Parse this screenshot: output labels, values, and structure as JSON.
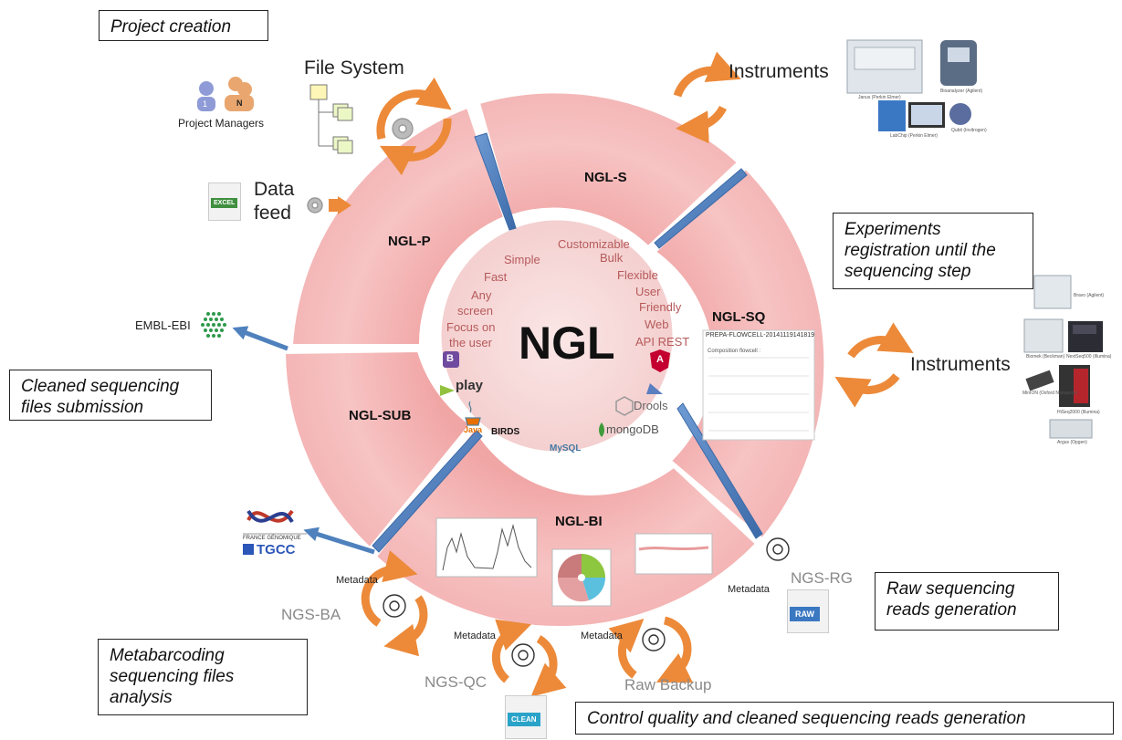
{
  "center": {
    "title": "NGL"
  },
  "segments": {
    "s": "NGL-S",
    "p": "NGL-P",
    "sq": "NGL-SQ",
    "sub": "NGL-SUB",
    "bi": "NGL-BI"
  },
  "features": [
    "Customizable",
    "Simple",
    "Bulk",
    "Fast",
    "Flexible",
    "User",
    "Friendly",
    "Any",
    "screen",
    "Web",
    "Focus on",
    "the user",
    "API REST"
  ],
  "tech": {
    "play": "play",
    "java": "Java",
    "birds": "BIRDS",
    "mysql": "MySQL",
    "mongodb": "mongoDB",
    "drools": "Drools"
  },
  "callouts": {
    "project_creation": "Project creation",
    "experiments": "Experiments registration until the sequencing step",
    "cleaned_submission": "Cleaned sequencing files submission",
    "raw_generation": "Raw sequencing reads generation",
    "metabarcoding": "Metabarcoding sequencing files analysis",
    "control_quality": "Control quality and cleaned sequencing reads generation"
  },
  "labels": {
    "file_system": "File System",
    "instruments_top": "Instruments",
    "instruments_right": "Instruments",
    "project_managers": "Project Managers",
    "data_feed_1": "Data",
    "data_feed_2": "feed",
    "embl": "EMBL-EBI",
    "ngs_rg": "NGS-RG",
    "ngs_ba": "NGS-BA",
    "ngs_qc": "NGS-QC",
    "raw_backup": "Raw Backup",
    "metadata": "Metadata",
    "pm_1": "1",
    "pm_n": "N"
  },
  "file_icons": {
    "excel": "EXCEL",
    "raw": "RAW",
    "clean": "CLEAN"
  },
  "tgcc": {
    "top": "FRANCE GÉNOMIQUE",
    "bottom": "TGCC"
  },
  "flowcell": {
    "title": "PREPA-FLOWCELL-20141119141819",
    "subtitle": "Composition flowcell :"
  },
  "instrument_captions": {
    "janus": "Janus (Perkin Elmer)",
    "bioanalyzer": "Bioanalyzer (Agilent)",
    "labchip": "LabChip (Perkin Elmer)",
    "qubit": "Qubit (Invitrogen)",
    "bravo": "Bravo (Agilent)",
    "biomek": "Biomek (Beckman)",
    "nextseq": "NextSeq500 (Illumina)",
    "minion": "MinION (Oxford Nanopore)",
    "hiseq": "HiSeq2000 (Illumina)",
    "argus": "Argus (Opgen)"
  },
  "colors": {
    "ring": "#f6bcbc",
    "ring_edge": "#ef9f9f",
    "center": "#f7d3d3",
    "arrow_blue": "#4f81bd",
    "arrow_orange": "#ec8a3a",
    "word": "#b65a5a"
  }
}
